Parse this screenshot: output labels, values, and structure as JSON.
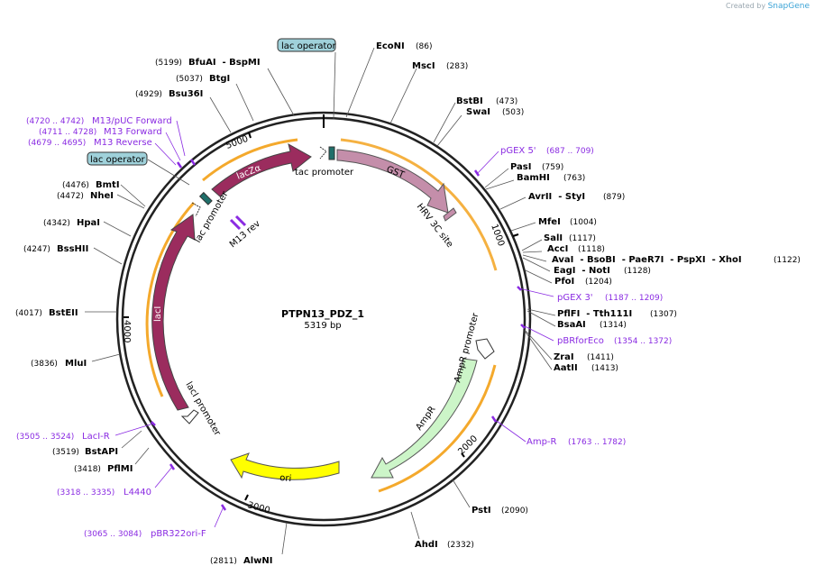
{
  "watermark": {
    "prefix": "Created by",
    "brand": "SnapGene"
  },
  "plasmid": {
    "name": "PTPN13_PDZ_1",
    "size_label": "5319 bp",
    "length": 5319
  },
  "ticks": [
    "1000",
    "2000",
    "3000",
    "4000",
    "5000"
  ],
  "enzymes": [
    {
      "label": "EcoNI",
      "pos": "(86)"
    },
    {
      "label": "MscI",
      "pos": "(283)"
    },
    {
      "label": "BstBI",
      "pos": "(473)"
    },
    {
      "label": "SwaI",
      "pos": "(503)"
    },
    {
      "label": "PasI",
      "pos": "(759)"
    },
    {
      "label": "BamHI",
      "pos": "(763)"
    },
    {
      "label": "AvrII  - StyI",
      "pos": "(879)"
    },
    {
      "label": "MfeI",
      "pos": "(1004)"
    },
    {
      "label": "SalI",
      "pos": "(1117)"
    },
    {
      "label": "AccI",
      "pos": "(1118)"
    },
    {
      "label": "AvaI  - BsoBI  - PaeR7I  - PspXI  - XhoI",
      "pos": "(1122)"
    },
    {
      "label": "EagI  - NotI",
      "pos": "(1128)"
    },
    {
      "label": "PfoI",
      "pos": "(1204)"
    },
    {
      "label": "PflFI  - Tth111I",
      "pos": "(1307)"
    },
    {
      "label": "BsaAI",
      "pos": "(1314)"
    },
    {
      "label": "ZraI",
      "pos": "(1411)"
    },
    {
      "label": "AatII",
      "pos": "(1413)"
    },
    {
      "label": "PstI",
      "pos": "(2090)"
    },
    {
      "label": "AhdI",
      "pos": "(2332)"
    },
    {
      "label": "AlwNI",
      "pos": "(2811)"
    },
    {
      "label": "PflMI",
      "pos": "(3418)"
    },
    {
      "label": "BstAPI",
      "pos": "(3519)"
    },
    {
      "label": "MluI",
      "pos": "(3836)"
    },
    {
      "label": "BstEII",
      "pos": "(4017)"
    },
    {
      "label": "BssHII",
      "pos": "(4247)"
    },
    {
      "label": "HpaI",
      "pos": "(4342)"
    },
    {
      "label": "NheI",
      "pos": "(4472)"
    },
    {
      "label": "BmtI",
      "pos": "(4476)"
    },
    {
      "label": "Bsu36I",
      "pos": "(4929)"
    },
    {
      "label": "BtgI",
      "pos": "(5037)"
    },
    {
      "label": "BfuAI  - BspMI",
      "pos": "(5199)"
    }
  ],
  "primers": [
    {
      "label": "pGEX 5'",
      "pos": "(687 .. 709)"
    },
    {
      "label": "pGEX 3'",
      "pos": "(1187 .. 1209)"
    },
    {
      "label": "pBRforEco",
      "pos": "(1354 .. 1372)"
    },
    {
      "label": "Amp-R",
      "pos": "(1763 .. 1782)"
    },
    {
      "label": "pBR322ori-F",
      "pos": "(3065 .. 3084)"
    },
    {
      "label": "L4440",
      "pos": "(3318 .. 3335)"
    },
    {
      "label": "LacI-R",
      "pos": "(3505 .. 3524)"
    },
    {
      "label": "M13 Reverse",
      "pos": "(4679 .. 4695)"
    },
    {
      "label": "M13 Forward",
      "pos": "(4711 .. 4728)"
    },
    {
      "label": "M13/pUC Forward",
      "pos": "(4720 .. 4742)"
    }
  ],
  "features": {
    "lac_operator_top": "lac operator",
    "lac_operator_left": "lac operator",
    "tac_promoter": "tac promoter",
    "gst": "GST",
    "hrv": "HRV 3C site",
    "lacza": "lacZα",
    "lac_promoter": "lac promoter",
    "m13rev": "M13 rev",
    "laci": "lacI",
    "laci_promoter": "lacI promoter",
    "ampr_promoter": "AmpR promoter",
    "ampr": "AmpR",
    "ori": "ori"
  },
  "colors": {
    "gst": "#c48eaa",
    "lacza": "#9b2c5e",
    "laci": "#9b2c5e",
    "ampr": "#ccf5c8",
    "ori": "#ffff00",
    "orf": "#f4a92c",
    "primer": "#8a2be2",
    "operator": "#9fd1da"
  }
}
